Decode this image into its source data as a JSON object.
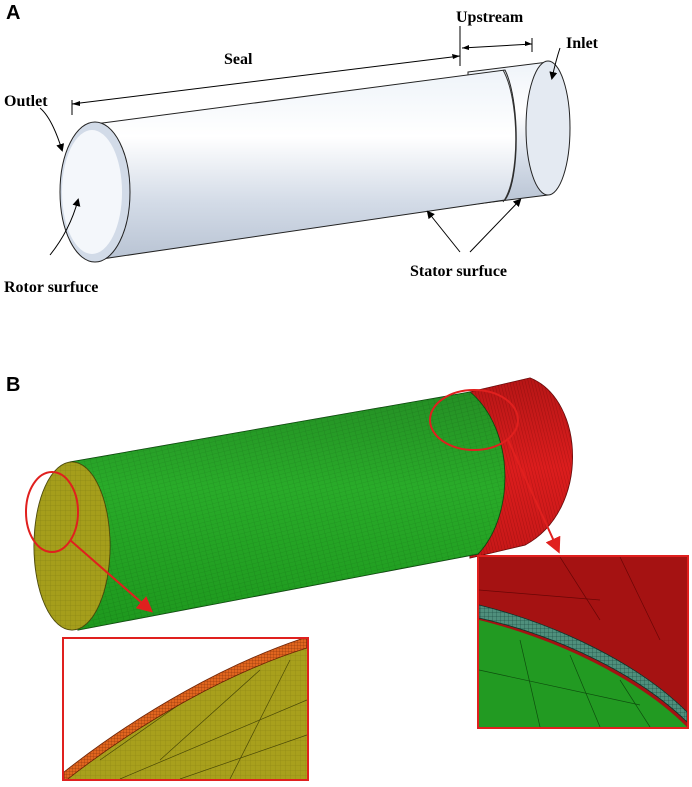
{
  "panels": [
    {
      "letter": "A"
    },
    {
      "letter": "B"
    }
  ],
  "labels": {
    "seal": "Seal",
    "upstream": "Upstream",
    "inlet": "Inlet",
    "outlet": "Outlet",
    "rotor_surface": "Rotor surfuce",
    "stator_surface": "Stator surfuce"
  },
  "colors": {
    "seal_mesh": "#1fa01f",
    "inlet_mesh": "#d01818",
    "outlet_mesh": "#9e9a1a",
    "callout_border": "#e0201e",
    "cylinder_body": "#dfe6f0"
  }
}
